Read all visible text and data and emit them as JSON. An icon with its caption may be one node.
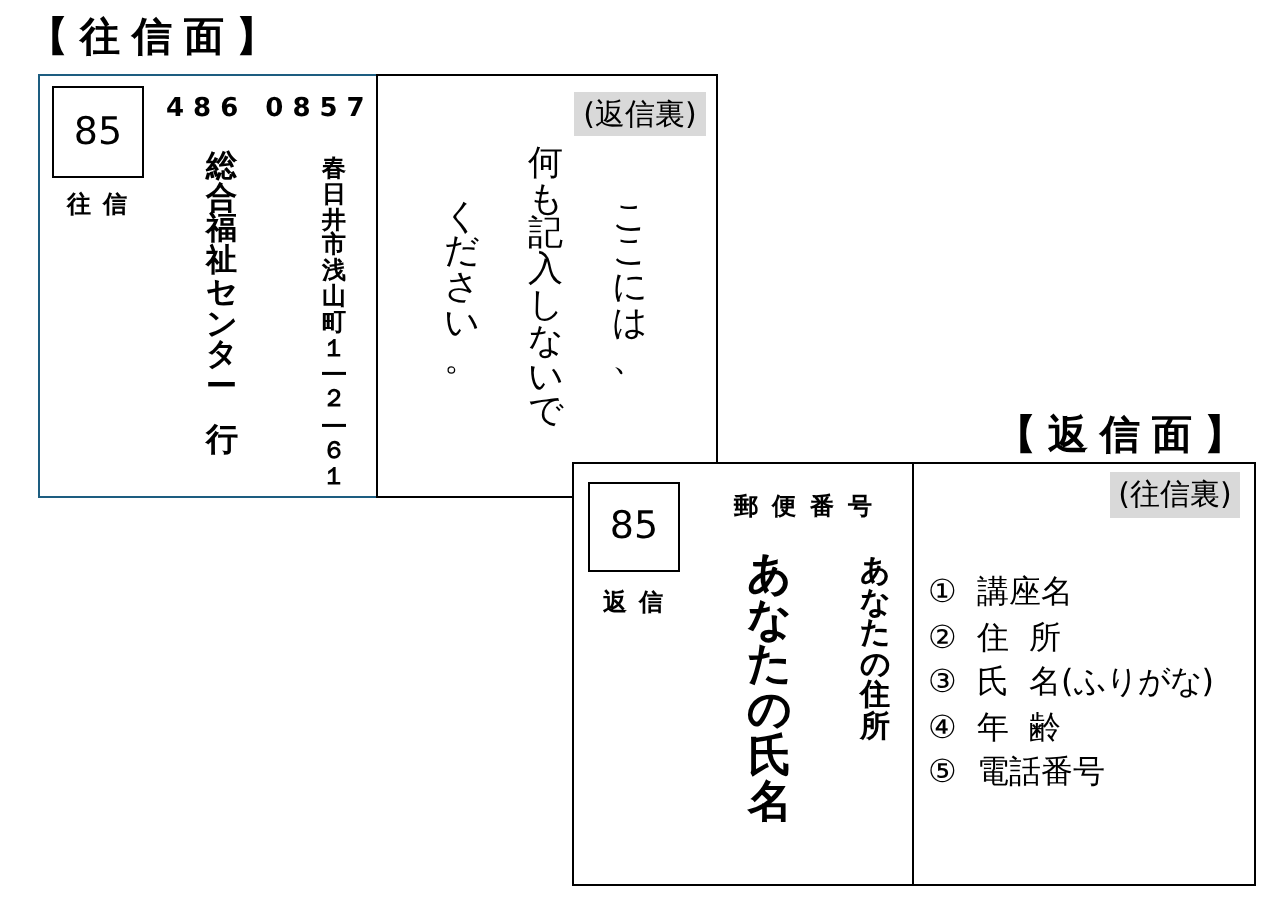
{
  "diagram": {
    "nodes": [
      {
        "text": [
          "【往信面】"
        ]
      },
      {
        "text": [
          "486 0857",
          "総合福祉センター",
          "行",
          "春日井市浅山町１―２―６１"
        ],
        "in": 0
      },
      {
        "text": [
          "85"
        ],
        "beside": [
          "往信"
        ],
        "in": 1
      },
      {
        "text": [
          "ここには、何も記入しないでください。"
        ],
        "in": 0
      },
      {
        "text": [
          "(返信裏)"
        ],
        "in": 3
      },
      {
        "text": [
          "【返信面】"
        ]
      },
      {
        "text": [
          "郵便番号",
          "あなたの氏名",
          "あなたの住所"
        ],
        "in": 5
      },
      {
        "text": [
          "85"
        ],
        "beside": [
          "返信"
        ],
        "in": 6
      },
      {
        "text": [
          "① 講座名",
          "② 住 所",
          "③ 氏 名(ふりがな)",
          "④ 年 齢",
          "⑤ 電話番号"
        ],
        "in": 5
      },
      {
        "text": [
          "(往信裏)"
        ],
        "in": 8
      }
    ]
  }
}
